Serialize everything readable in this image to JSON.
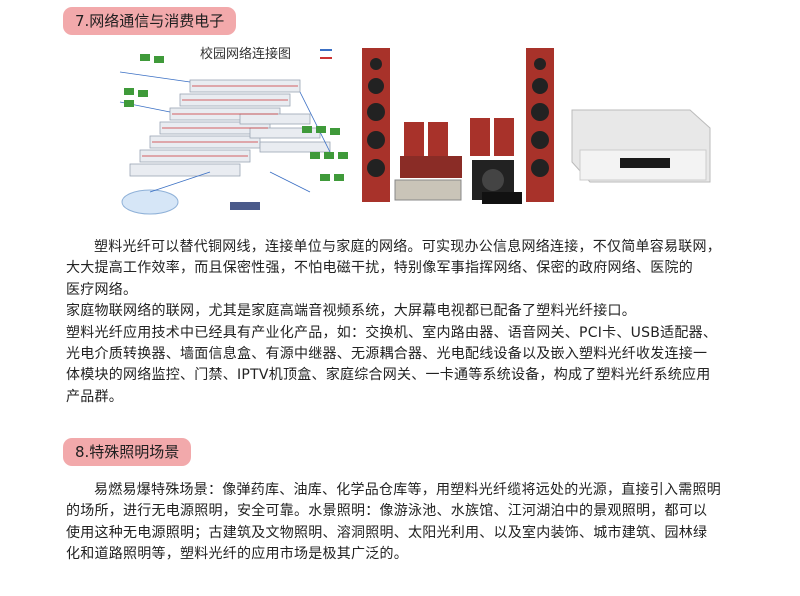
{
  "section1": {
    "heading": "7.网络通信与消费电子",
    "diagram_title": "校园网络连接图",
    "paragraph_lines": [
      "塑料光纤可以替代铜网线，连接单位与家庭的网络。可实现办公信息网络连接，不仅简单容易联网，",
      "大大提高工作效率，而且保密性强，不怕电磁干扰，特别像军事指挥网络、保密的政府网络、医院的",
      "医疗网络。",
      "家庭物联网络的联网，尤其是家庭高端音视频系统，大屏幕电视都已配备了塑料光纤接口。",
      "塑料光纤应用技术中已经具有产业化产品，如：交换机、室内路由器、语音网关、PCI卡、USB适配器、",
      "光电介质转换器、墙面信息盒、有源中继器、无源耦合器、光电配线设备以及嵌入塑料光纤收发连接一",
      "体模块的网络监控、门禁、IPTV机顶盒、家庭综合网关、一卡通等系统设备，构成了塑料光纤系统应用",
      "产品群。"
    ]
  },
  "section2": {
    "heading": "8.特殊照明场景",
    "paragraph_lines": [
      "易燃易爆特殊场景：像弹药库、油库、化学品仓库等，用塑料光纤缆将远处的光源，直接引入需照明",
      "的场所，进行无电源照明，安全可靠。水景照明：像游泳池、水族馆、江河湖泊中的景观照明，都可以",
      "使用这种无电源照明；古建筑及文物照明、溶洞照明、太阳光利用、以及室内装饰、城市建筑、园林绿",
      "化和道路照明等，塑料光纤的应用市场是极其广泛的。"
    ]
  }
}
